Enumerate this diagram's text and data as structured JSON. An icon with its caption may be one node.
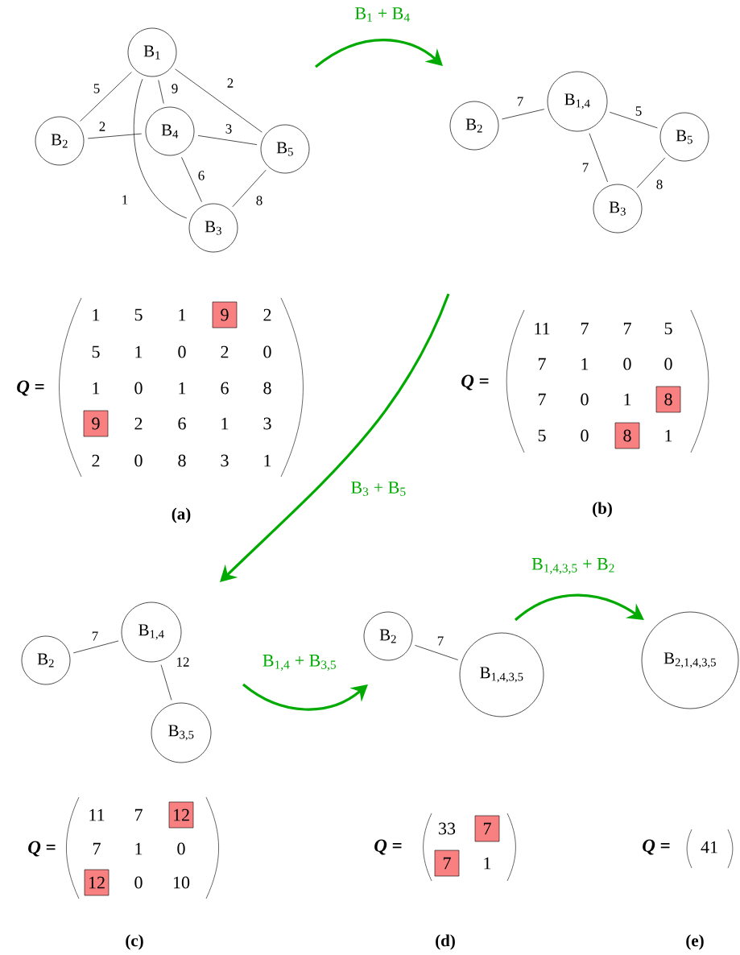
{
  "diagram": {
    "nodes": [
      {
        "text": [
          "B$_{1}$"
        ]
      },
      {
        "text": [
          "B$_{2}$"
        ]
      },
      {
        "text": [
          "B$_{4}$"
        ]
      },
      {
        "text": [
          "B$_{5}$"
        ]
      },
      {
        "text": [
          "B$_{3}$"
        ]
      },
      {
        "text": [
          "B$_{2}$"
        ]
      },
      {
        "text": [
          "B$_{1,4}$"
        ]
      },
      {
        "text": [
          "B$_{5}$"
        ]
      },
      {
        "text": [
          "B$_{3}$"
        ]
      },
      {
        "text": [
          "B$_{2}$"
        ]
      },
      {
        "text": [
          "B$_{1,4}$"
        ]
      },
      {
        "text": [
          "B$_{3,5}$"
        ]
      },
      {
        "text": [
          "B$_{2}$"
        ]
      },
      {
        "text": [
          "B$_{1,4,3,5}$"
        ]
      },
      {
        "text": [
          "B$_{2,1,4,3,5}$"
        ]
      },
      {
        "text": [
          "9"
        ]
      },
      {
        "text": [
          "9"
        ]
      },
      {
        "text": [
          "8"
        ]
      },
      {
        "text": [
          "8"
        ]
      },
      {
        "text": [
          "12"
        ]
      },
      {
        "text": [
          "12"
        ]
      },
      {
        "text": [
          "7"
        ]
      },
      {
        "text": [
          "7"
        ]
      }
    ],
    "edges": [
      {
        "from": 0,
        "to": 1,
        "arrow": "none",
        "label": "5"
      },
      {
        "from": 0,
        "to": 2,
        "arrow": "none",
        "label": "9"
      },
      {
        "from": 0,
        "to": 3,
        "arrow": "none",
        "label": "2"
      },
      {
        "from": 1,
        "to": 2,
        "arrow": "none",
        "label": "2"
      },
      {
        "from": 2,
        "to": 3,
        "arrow": "none",
        "label": "3"
      },
      {
        "from": 0,
        "to": 4,
        "arrow": "none",
        "label": "1"
      },
      {
        "from": 2,
        "to": 4,
        "arrow": "none",
        "label": "6"
      },
      {
        "from": 3,
        "to": 4,
        "arrow": "none",
        "label": "8"
      },
      {
        "from": 5,
        "to": 6,
        "arrow": "none",
        "label": "7"
      },
      {
        "from": 6,
        "to": 7,
        "arrow": "none",
        "label": "5"
      },
      {
        "from": 6,
        "to": 8,
        "arrow": "none",
        "label": "7"
      },
      {
        "from": 7,
        "to": 8,
        "arrow": "none",
        "label": "8"
      },
      {
        "from": 9,
        "to": 10,
        "arrow": "none",
        "label": "7"
      },
      {
        "from": 10,
        "to": 11,
        "arrow": "none",
        "label": "12"
      },
      {
        "from": 12,
        "to": 13,
        "arrow": "none",
        "label": "7"
      }
    ],
    "labels": [
      "B$_{1}$ + B$_{4}$",
      "*Q* =",
      "1",
      "5",
      "1",
      "2",
      "5",
      "1",
      "0",
      "2",
      "0",
      "1",
      "0",
      "1",
      "6",
      "8",
      "2",
      "6",
      "1",
      "3",
      "2",
      "0",
      "8",
      "3",
      "1",
      "*Q* =",
      "11",
      "7",
      "7",
      "5",
      "7",
      "1",
      "0",
      "0",
      "7",
      "0",
      "1",
      "5",
      "0",
      "1",
      "B$_{3}$ + B$_{5}$",
      "(a)",
      "(b)",
      "B$_{1,4,3,5}$ + B$_{2}$",
      "B$_{1,4}$ + B$_{3,5}$",
      "*Q* =",
      "11",
      "7",
      "7",
      "1",
      "0",
      "0",
      "10",
      "*Q* =",
      "33",
      "1",
      "*Q* =",
      "41",
      "(c)",
      "(d)",
      "(e)"
    ]
  }
}
